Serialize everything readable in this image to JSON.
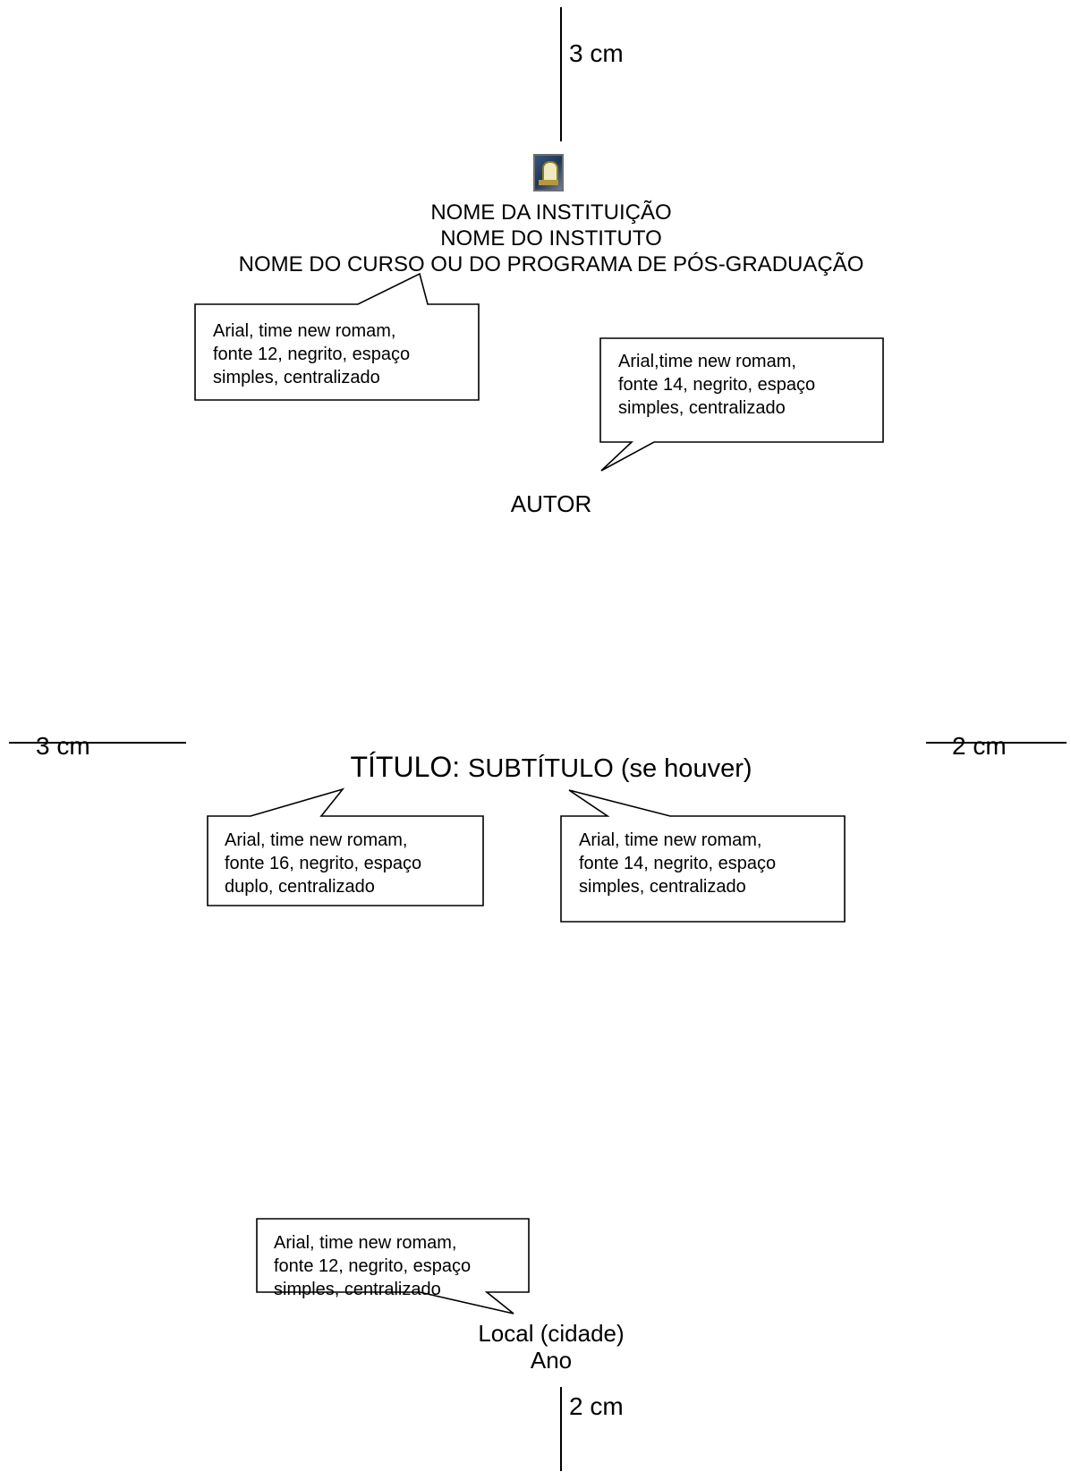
{
  "margins": {
    "top": "3 cm",
    "left": "3 cm",
    "right": "2 cm",
    "bottom": "2 cm"
  },
  "header": {
    "institution": "NOME DA INSTITUIÇÃO",
    "institute": "NOME DO INSTITUTO",
    "course": "NOME DO CURSO OU DO PROGRAMA DE PÓS-GRADUAÇÃO"
  },
  "author": "AUTOR",
  "title": {
    "main": "TÍTULO: ",
    "subtitle": "SUBTÍTULO",
    "suffix": " (se houver)"
  },
  "footer": {
    "local": "Local (cidade)",
    "year": "Ano"
  },
  "notes": [
    {
      "line1": "Arial, time new romam,",
      "line2": "fonte 12, negrito, espaço",
      "line3": "simples, centralizado"
    },
    {
      "line1": "Arial,time new romam,",
      "line2": "fonte 14, negrito, espaço",
      "line3": "simples, centralizado"
    },
    {
      "line1": "Arial, time new romam,",
      "line2": "fonte 16, negrito, espaço",
      "line3": "duplo, centralizado"
    },
    {
      "line1": "Arial, time new romam,",
      "line2": "fonte 14, negrito, espaço",
      "line3": "simples, centralizado"
    },
    {
      "line1": "Arial, time new romam,",
      "line2": "fonte 12, negrito, espaço",
      "line3": "simples, centralizado"
    }
  ],
  "icons": {
    "logo": "university-crest-icon"
  }
}
